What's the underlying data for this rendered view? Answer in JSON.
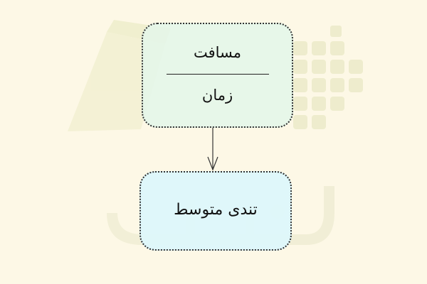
{
  "diagram": {
    "top_box": {
      "numerator": "مسافت",
      "denominator": "زمان"
    },
    "bottom_box": {
      "label": "تندی متوسط"
    }
  },
  "colors": {
    "background": "#fdf8e6",
    "top_box_fill": "#e4f6e9",
    "bottom_box_fill": "#ddf7fb",
    "border": "#333333"
  }
}
